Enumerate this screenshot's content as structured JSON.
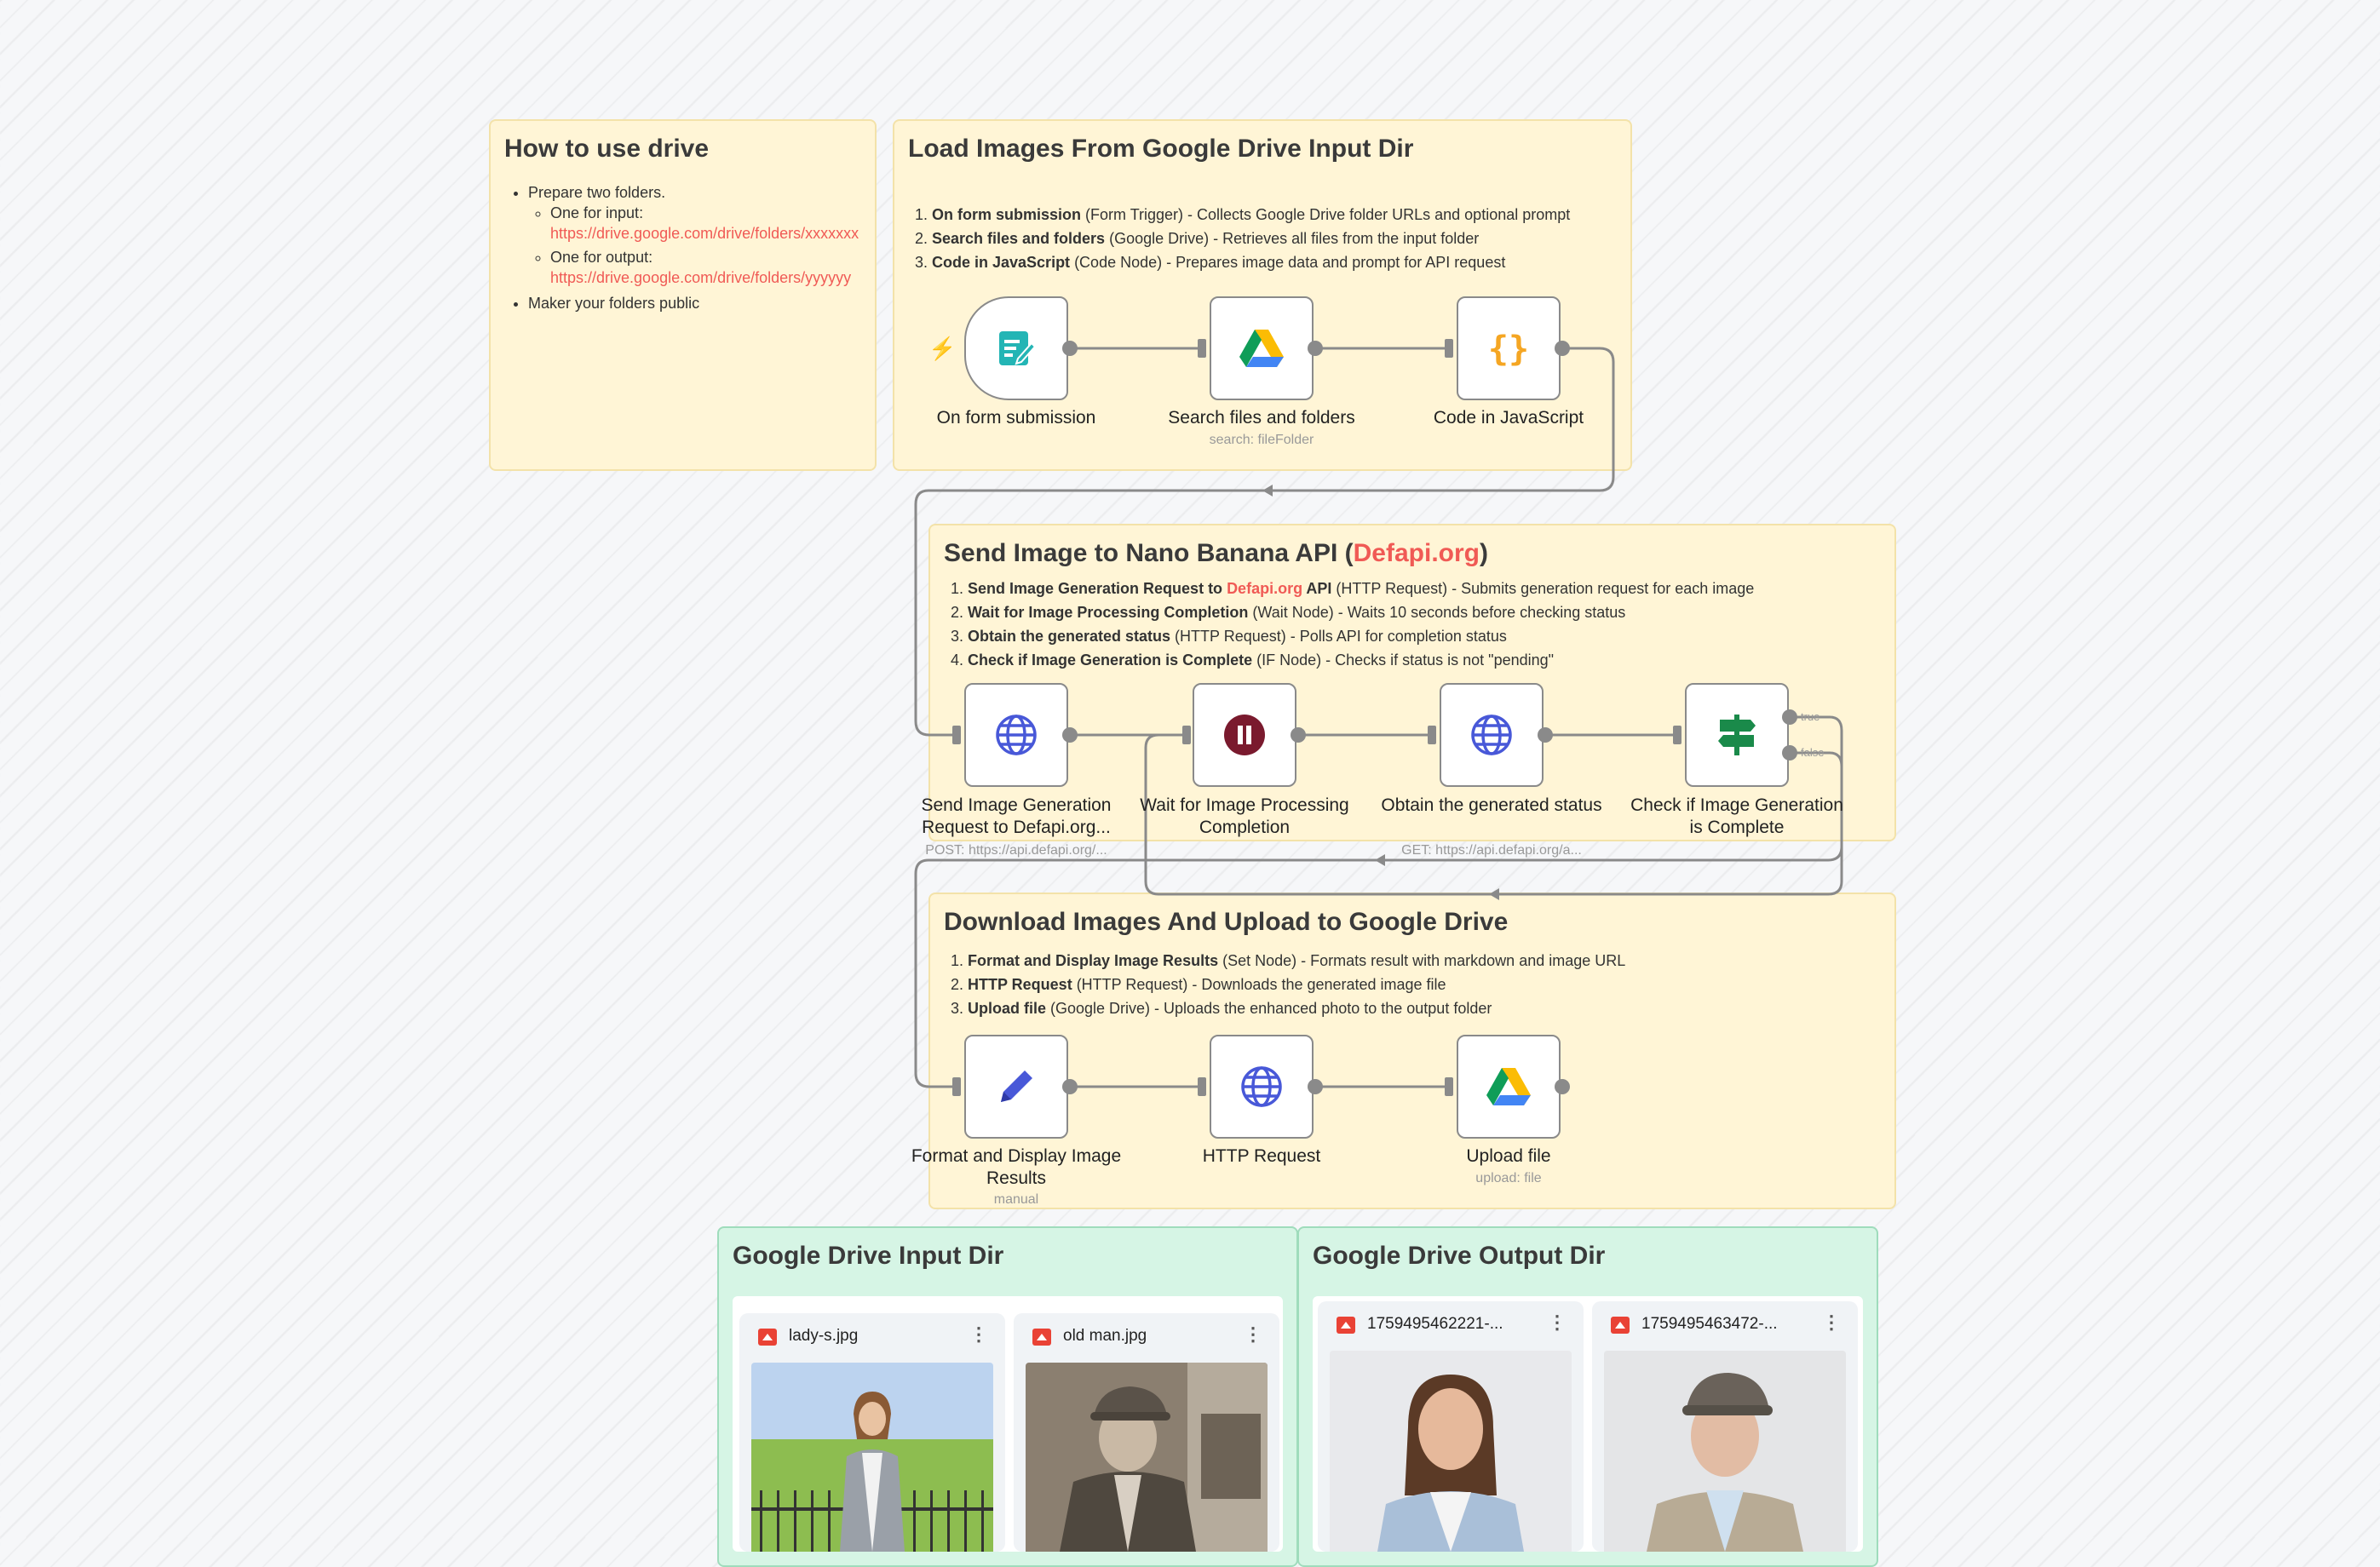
{
  "howto": {
    "title": "How to use drive",
    "items": [
      "Prepare two folders.",
      "Maker your folders public"
    ],
    "sub_items": [
      {
        "label": "One for input:",
        "link": "https://drive.google.com/drive/folders/xxxxxxx"
      },
      {
        "label": "One for output:",
        "link": "https://drive.google.com/drive/folders/yyyyyy"
      }
    ]
  },
  "load": {
    "title": "Load Images From Google Drive Input Dir",
    "steps": [
      {
        "bold": "On form submission",
        "rest": " (Form Trigger) - Collects Google Drive folder URLs and optional prompt"
      },
      {
        "bold": "Search files and folders",
        "rest": " (Google Drive) - Retrieves all files from the input folder"
      },
      {
        "bold": "Code in JavaScript",
        "rest": " (Code Node) - Prepares image data and prompt for API request"
      }
    ]
  },
  "send": {
    "title_prefix": "Send Image to Nano Banana API (",
    "title_link": "Defapi.org",
    "title_suffix": ")",
    "steps": [
      {
        "bold1": "Send Image Generation Request to ",
        "red": "Defapi.org",
        "bold2": " API",
        "rest": " (HTTP Request) - Submits generation request for each image"
      },
      {
        "bold1": "Wait for Image Processing Completion",
        "red": "",
        "bold2": "",
        "rest": " (Wait Node) - Waits 10 seconds before checking status"
      },
      {
        "bold1": "Obtain the generated status",
        "red": "",
        "bold2": "",
        "rest": " (HTTP Request) - Polls API for completion status"
      },
      {
        "bold1": "Check if Image Generation is Complete",
        "red": "",
        "bold2": "",
        "rest": " (IF Node) - Checks if status is not \"pending\""
      }
    ]
  },
  "download": {
    "title": "Download Images And Upload to Google Drive",
    "steps": [
      {
        "bold": "Format and Display Image Results",
        "rest": " (Set Node) - Formats result with markdown and image URL"
      },
      {
        "bold": "HTTP Request",
        "rest": " (HTTP Request) - Downloads the generated image file"
      },
      {
        "bold": "Upload file",
        "rest": " (Google Drive) - Uploads the enhanced photo to the output folder"
      }
    ]
  },
  "nodes": {
    "form": {
      "label": "On form submission"
    },
    "search": {
      "label": "Search files and folders",
      "sub": "search: fileFolder"
    },
    "code": {
      "label": "Code in JavaScript"
    },
    "send_req": {
      "label": "Send Image Generation Request to Defapi.org...",
      "sub": "POST: https://api.defapi.org/..."
    },
    "wait": {
      "label": "Wait for Image Processing Completion"
    },
    "obtain": {
      "label": "Obtain the generated status",
      "sub": "GET: https://api.defapi.org/a..."
    },
    "check": {
      "label": "Check if Image Generation is Complete",
      "true_label": "true",
      "false_label": "false"
    },
    "format": {
      "label": "Format and Display Image Results",
      "sub": "manual"
    },
    "http": {
      "label": "HTTP Request"
    },
    "upload": {
      "label": "Upload file",
      "sub": "upload: file"
    }
  },
  "input_dir": {
    "title": "Google Drive Input Dir",
    "files": [
      {
        "name": "lady-s.jpg"
      },
      {
        "name": "old man.jpg"
      }
    ]
  },
  "output_dir": {
    "title": "Google Drive Output Dir",
    "files": [
      {
        "name": "1759495462221-..."
      },
      {
        "name": "1759495463472-..."
      }
    ]
  },
  "colors": {
    "accent_red": "#f05a55",
    "sticky_yellow": "#fff5d6",
    "sticky_green": "#d6f5e5",
    "wire": "#8a8a8a"
  }
}
